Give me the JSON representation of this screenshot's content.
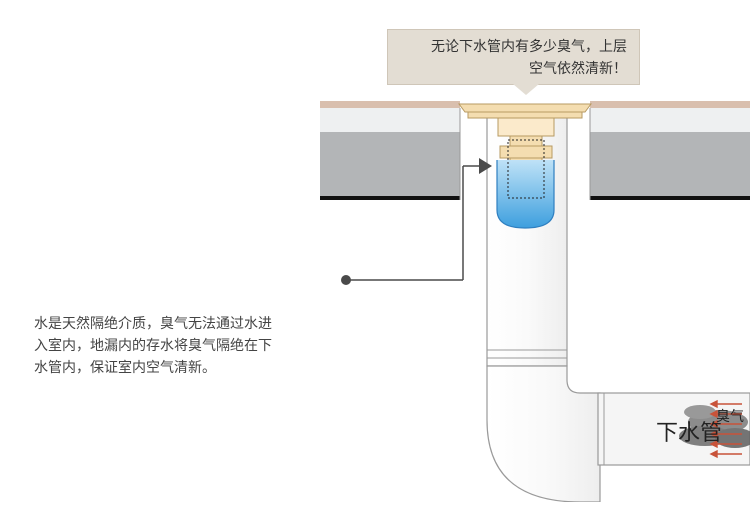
{
  "callout": {
    "line1": "无论下水管内有多少臭气，上层",
    "line2": "空气依然清新！"
  },
  "description": {
    "line1": "水是天然隔绝介质，臭气无法通过水进",
    "line2": "入室内，地漏内的存水将臭气隔绝在下",
    "line3": "水管内，保证室内空气清新。"
  },
  "pipe_label": {
    "text": "下水管",
    "odor_text": "臭气"
  },
  "colors": {
    "floor_top": "#d9bfae",
    "slab_gray": "#b3b5b7",
    "slab_light": "#eef0f1",
    "drain_gold": "#f4ddb0",
    "water_blue": "#5fb3e6",
    "odor_gray": "#6b6b6b",
    "arrow_red": "#c8533a",
    "pointer_dark": "#4a4a4a"
  }
}
